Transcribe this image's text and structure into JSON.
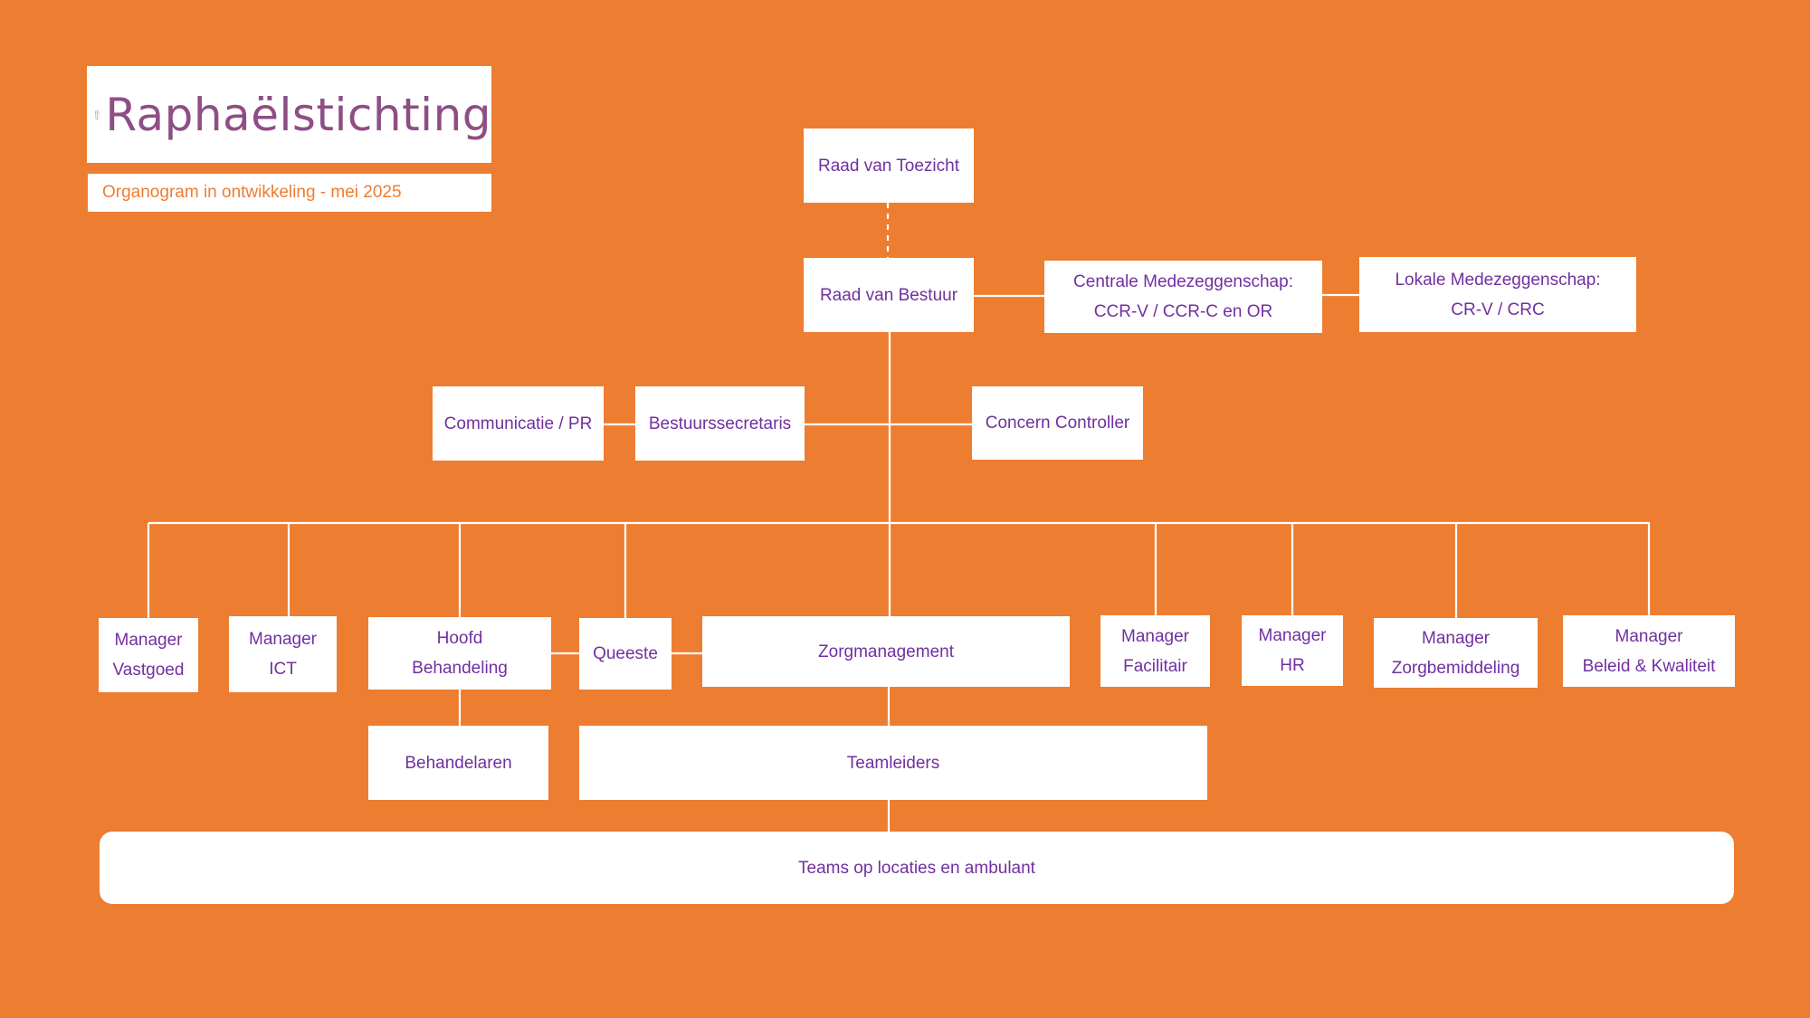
{
  "colors": {
    "background": "#ED7D31",
    "box_fill": "#FFFFFF",
    "text": "#7030A0",
    "subtitle_text": "#ED7D31",
    "logo_text": "#8E4E85",
    "connector": "#FFFFFF"
  },
  "header": {
    "logo_text": "Raphaëlstichting",
    "subtitle": "Organogram in ontwikkeling - mei 2025"
  },
  "nodes": {
    "raad_toezicht": [
      "Raad van Toezicht"
    ],
    "raad_bestuur": [
      "Raad van Bestuur"
    ],
    "centrale_mz": [
      "Centrale Medezeggenschap:",
      "CCR-V / CCR-C en OR"
    ],
    "lokale_mz": [
      "Lokale Medezeggenschap:",
      "CR-V / CRC"
    ],
    "communicatie": [
      "Communicatie / PR"
    ],
    "bestuurssecretaris": [
      "Bestuurssecretaris"
    ],
    "concern_controller": [
      "Concern Controller"
    ],
    "manager_vastgoed": [
      "Manager",
      "Vastgoed"
    ],
    "manager_ict": [
      "Manager",
      "ICT"
    ],
    "hoofd_behandeling": [
      "Hoofd",
      "Behandeling"
    ],
    "queeste": [
      "Queeste"
    ],
    "zorgmanagement": [
      "Zorgmanagement"
    ],
    "manager_facilitair": [
      "Manager",
      "Facilitair"
    ],
    "manager_hr": [
      "Manager",
      "HR"
    ],
    "manager_zorgbemiddeling": [
      "Manager",
      "Zorgbemiddeling"
    ],
    "manager_beleid": [
      "Manager",
      "Beleid & Kwaliteit"
    ],
    "behandelaren": [
      "Behandelaren"
    ],
    "teamleiders": [
      "Teamleiders"
    ],
    "teams": [
      "Teams op locaties en ambulant"
    ]
  }
}
